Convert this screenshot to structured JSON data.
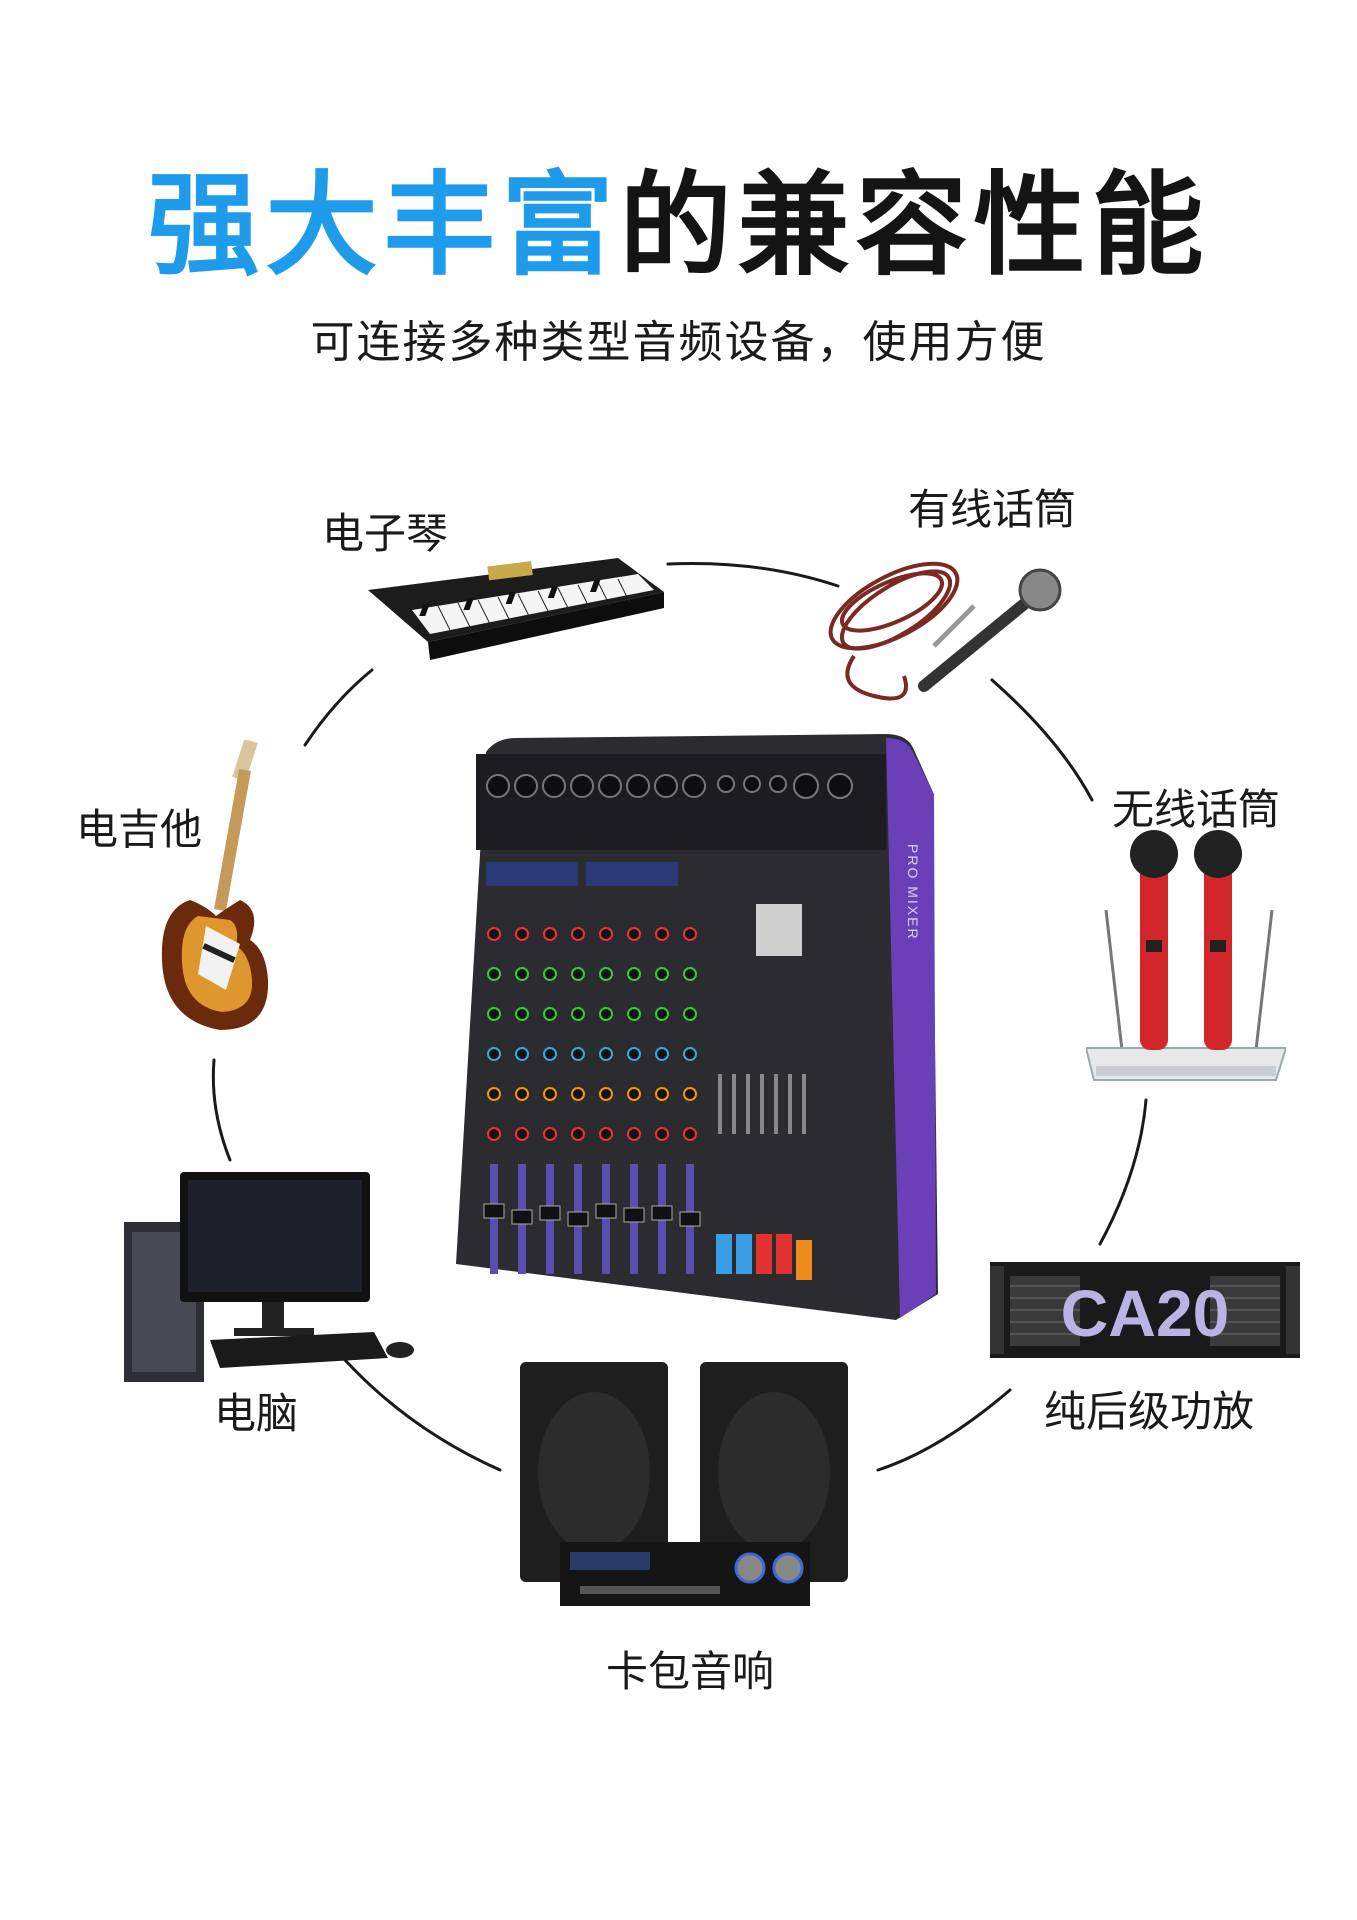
{
  "header": {
    "title_highlight": "强大丰富",
    "title_rest": "的兼容性能",
    "subtitle": "可连接多种类型音频设备，使用方便"
  },
  "devices": {
    "keyboard": "电子琴",
    "wired_mic": "有线话筒",
    "guitar": "电吉他",
    "wireless_mic": "无线话筒",
    "computer": "电脑",
    "amplifier": "纯后级功放",
    "ktv_speaker": "卡包音响"
  },
  "mixer": {
    "brand_vertical": "PRO MIXER"
  },
  "amplifier_display": {
    "model": "CA20"
  },
  "colors": {
    "title_blue": "#1e9bea",
    "mixer_purple": "#6a3fb8",
    "mixer_body": "#2b2b30"
  }
}
